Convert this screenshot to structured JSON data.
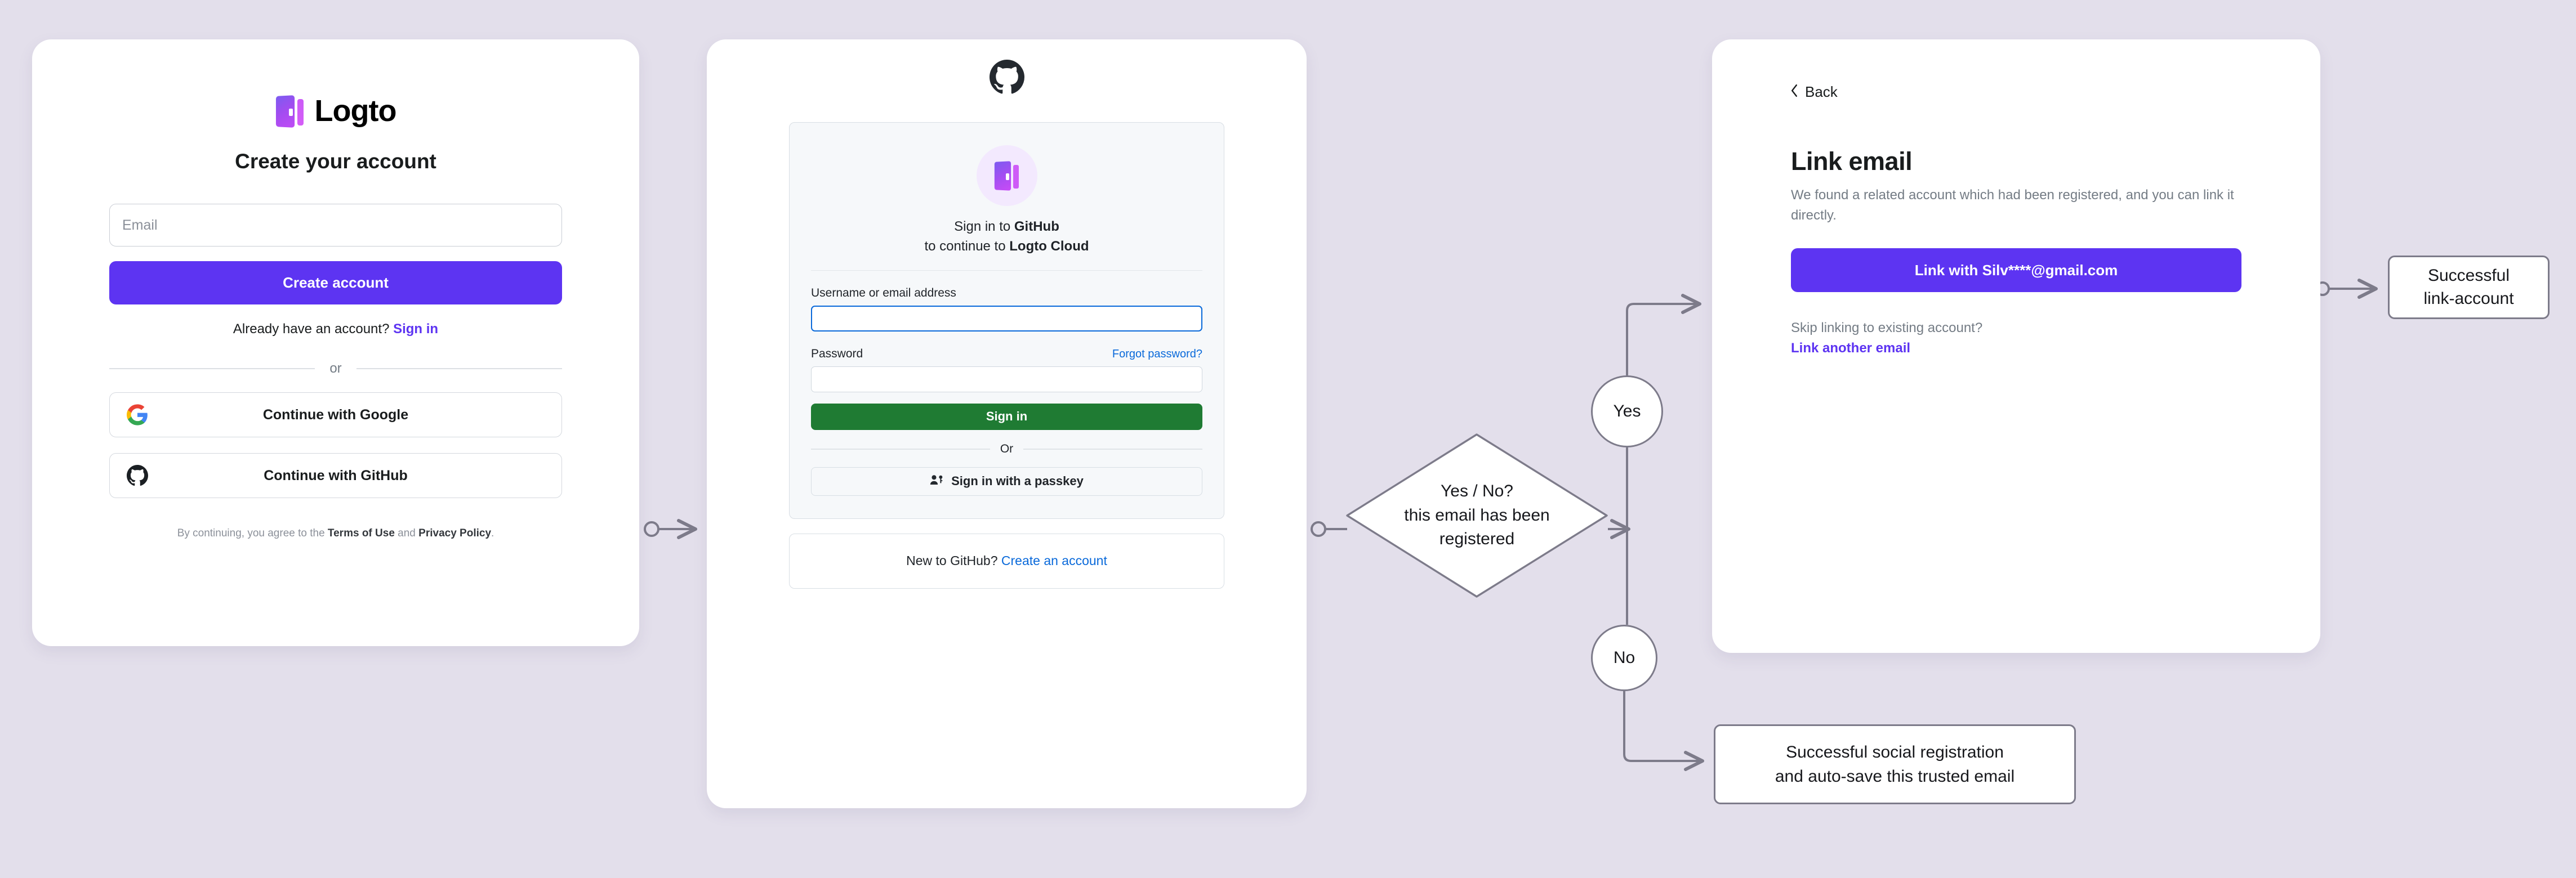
{
  "canvas": {
    "background_color": "#e3dfeb",
    "accent_purple": "#5d34f2",
    "github_green": "#1f7b33",
    "github_blue": "#0969da",
    "flow_stroke": "#7d7b8a"
  },
  "logto_card": {
    "logo_text": "Logto",
    "headline": "Create your account",
    "email_field": {
      "placeholder": "Email",
      "value": ""
    },
    "create_account_button": "Create account",
    "signin_prompt": "Already have an account?",
    "signin_link": "Sign in",
    "divider_label": "or",
    "social_buttons": [
      {
        "icon": "google-icon",
        "label": "Continue with Google"
      },
      {
        "icon": "github-icon",
        "label": "Continue with GitHub"
      }
    ],
    "terms": {
      "lead": "By continuing, you agree to the ",
      "terms_link": "Terms of Use",
      "middle": " and ",
      "privacy_link": "Privacy Policy",
      "trail": "."
    }
  },
  "github_card": {
    "logo_icon": "github-icon",
    "avatar_icon": "logto-door-icon",
    "title_line1_lead": "Sign in to ",
    "title_line1_bold": "GitHub",
    "title_line2_lead": "to continue to ",
    "title_line2_bold": "Logto Cloud",
    "username_label": "Username or email address",
    "username_value": "",
    "password_label": "Password",
    "password_value": "",
    "forgot_password": "Forgot password?",
    "signin_button": "Sign in",
    "divider_label": "Or",
    "passkey_button": "Sign in with a passkey",
    "passkey_icon": "person-key-icon",
    "footer_prompt": "New to GitHub?",
    "footer_link": "Create an account"
  },
  "link_card": {
    "back_label": "Back",
    "back_icon": "chevron-left-icon",
    "title": "Link email",
    "description": "We found a related account which had been registered, and you can link it directly.",
    "link_button": "Link with Silv****@gmail.com",
    "skip_prompt": "Skip linking to existing account?",
    "skip_link": "Link another email"
  },
  "flow": {
    "decision_line1": "Yes / No?",
    "decision_line2": "this email has been",
    "decision_line3": "registered",
    "yes_label": "Yes",
    "no_label": "No",
    "outcome_link_line1": "Successful",
    "outcome_link_line2": "link-account",
    "outcome_social_line1": "Successful social registration",
    "outcome_social_line2": "and auto-save this trusted email"
  }
}
